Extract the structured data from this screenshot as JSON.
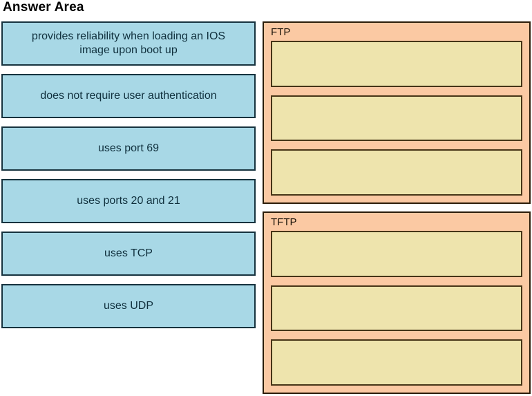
{
  "title": "Answer Area",
  "statements": [
    "provides reliability when loading an IOS image upon boot up",
    "does not require user authentication",
    "uses port 69",
    "uses ports 20 and 21",
    "uses TCP",
    "uses UDP"
  ],
  "buckets": [
    {
      "label": "FTP",
      "slot_count": 3
    },
    {
      "label": "TFTP",
      "slot_count": 3
    }
  ],
  "colors": {
    "statement_fill": "#a8d8e6",
    "statement_border": "#16323e",
    "statement_text": "#10303d",
    "bucket_fill": "#fbc9a3",
    "bucket_border": "#2b1c09",
    "bucket_label_text": "#1a1208",
    "slot_fill": "#eee4ad",
    "slot_border": "#463517",
    "title_text": "#000000",
    "background": "#ffffff"
  }
}
